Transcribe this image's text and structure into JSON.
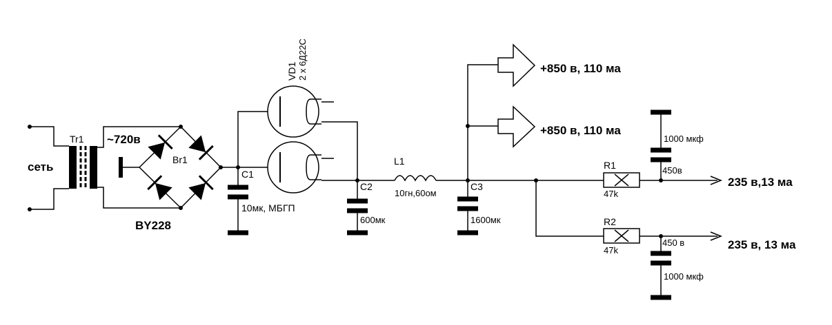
{
  "labels": {
    "mains": "сеть",
    "transformer": "Tr1",
    "ac_voltage": "~720в",
    "bridge": "Br1",
    "bridge_part": "BY228",
    "tube_name": "VD1",
    "tube_type": "2 x 6Д22С",
    "c1_name": "C1",
    "c1_value": "10мк, МБГП",
    "c2_name": "C2",
    "c2_value": "600мк",
    "l1_name": "L1",
    "l1_value": "10гн,60ом",
    "c3_name": "C3",
    "c3_value": "1600мк",
    "out1": "+850 в, 110 ма",
    "out2": "+850 в, 110 ма",
    "r1_name": "R1",
    "r1_value": "47k",
    "r2_name": "R2",
    "r2_value": "47k",
    "c_top_value": "1000 мкф",
    "c_top_voltage": "450в",
    "c_bot_value": "1000 мкф",
    "c_bot_voltage": "450 в",
    "out3": "235 в,13 ма",
    "out4": "235 в, 13 ма"
  }
}
